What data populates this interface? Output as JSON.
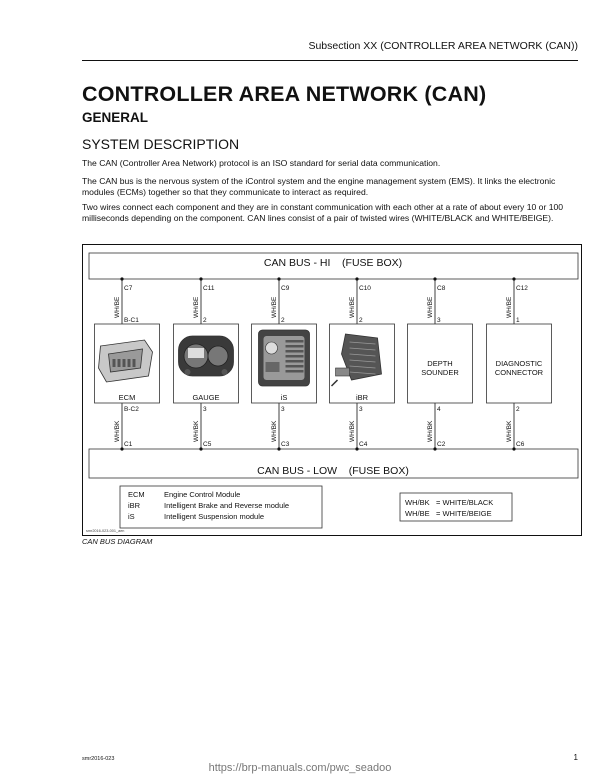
{
  "header": {
    "subsection": "Subsection XX (CONTROLLER AREA NETWORK (CAN))"
  },
  "title": "CONTROLLER AREA NETWORK (CAN)",
  "section": "GENERAL",
  "subsection_title": "SYSTEM DESCRIPTION",
  "paragraphs": [
    "The CAN (Controller Area Network) protocol is an ISO standard for serial data communication.",
    "The CAN bus is the nervous system of the iControl system and the engine management system (EMS). It links the electronic modules (ECMs) together so that they communicate to interact as required.",
    "Two  wires connect each component and they are in constant communication with each other at a rate of about every 10 or 100 milliseconds depending on the component.  CAN lines consist of a pair of twisted wires (WHITE/BLACK and WHITE/BEIGE)."
  ],
  "diagram": {
    "bus_hi": "CAN BUS - HI    (FUSE BOX)",
    "bus_low": "CAN BUS - LOW    (FUSE BOX)",
    "hi_wire": "WH/BE",
    "low_wire": "WH/BK",
    "components": [
      {
        "label": "ECM",
        "top_conn": "C7",
        "top_pin": "B-C1",
        "bot_pin": "B-C2",
        "bot_conn": "C1"
      },
      {
        "label": "GAUGE",
        "top_conn": "C11",
        "top_pin": "2",
        "bot_pin": "3",
        "bot_conn": "C5"
      },
      {
        "label": "iS",
        "top_conn": "C9",
        "top_pin": "2",
        "bot_pin": "3",
        "bot_conn": "C3"
      },
      {
        "label": "iBR",
        "top_conn": "C10",
        "top_pin": "2",
        "bot_pin": "3",
        "bot_conn": "C4"
      },
      {
        "label": "DEPTH\nSOUNDER",
        "top_conn": "C8",
        "top_pin": "3",
        "bot_pin": "4",
        "bot_conn": "C2"
      },
      {
        "label": "DIAGNOSTIC\nCONNECTOR",
        "top_conn": "C12",
        "top_pin": "1",
        "bot_pin": "2",
        "bot_conn": "C6"
      }
    ],
    "legend_abbr": [
      {
        "abbr": "ECM",
        "desc": "Engine Control Module"
      },
      {
        "abbr": "iBR",
        "desc": "Intelligent Brake and Reverse module"
      },
      {
        "abbr": "iS",
        "desc": "Intelligent Suspension module"
      }
    ],
    "legend_colors": [
      {
        "code": "WH/BK",
        "desc": "= WHITE/BLACK"
      },
      {
        "code": "WH/BE",
        "desc": "= WHITE/BEIGE"
      }
    ],
    "figure_code": "smr2016-023-001_aen"
  },
  "caption": "CAN BUS DIAGRAM",
  "footer": {
    "code": "smr2016-023",
    "page": "1"
  },
  "url": "https://brp-manuals.com/pwc_seadoo"
}
